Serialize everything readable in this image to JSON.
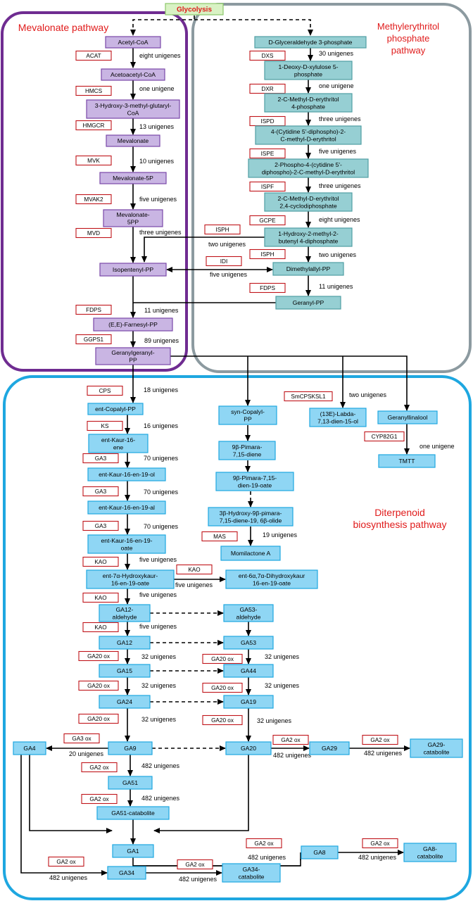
{
  "regions": [
    {
      "id": "mva",
      "label": [
        "Mevalonate pathway"
      ],
      "color": "#6f2c91"
    },
    {
      "id": "mep",
      "label": [
        "Methylerythritol",
        "phosphate",
        "pathway"
      ],
      "color": "#8c9aa0"
    },
    {
      "id": "diterp",
      "label": [
        "Diterpenoid",
        "biosynthesis pathway"
      ],
      "color": "#1ea7e0"
    }
  ],
  "colors": {
    "label_red": "#e01b1b",
    "purple_fill": "#c9b5e3",
    "purple_stroke": "#7a48a8",
    "teal_fill": "#96cfd3",
    "teal_stroke": "#4f9ea3",
    "blue_fill": "#8fd6f4",
    "blue_stroke": "#1ea7e0",
    "green_fill": "#d9f2c4",
    "green_stroke": "#8cc86a",
    "enzyme_stroke": "#c0141a"
  },
  "start": {
    "name": "Glycolysis"
  },
  "metabolites": [
    {
      "id": "acetyl-coa",
      "style": "purple",
      "lines": [
        "Acetyl-CoA"
      ]
    },
    {
      "id": "acetoacetyl-coa",
      "style": "purple",
      "lines": [
        "Acetoacetyl-CoA"
      ]
    },
    {
      "id": "hmg-coa",
      "style": "purple",
      "lines": [
        "3-Hydroxy-3-methyl-glutaryl-",
        "CoA"
      ]
    },
    {
      "id": "mevalonate",
      "style": "purple",
      "lines": [
        "Mevalonate"
      ]
    },
    {
      "id": "mevalonate-5p",
      "style": "purple",
      "lines": [
        "Mevalonate-5P"
      ]
    },
    {
      "id": "mevalonate-5pp",
      "style": "purple",
      "lines": [
        "Mevalonate-",
        "5PP"
      ]
    },
    {
      "id": "ipp",
      "style": "purple",
      "lines": [
        "Isopentenyl-PP"
      ]
    },
    {
      "id": "fpp",
      "style": "purple",
      "lines": [
        "(E,E)-Farnesyl-PP"
      ]
    },
    {
      "id": "ggpp",
      "style": "purple",
      "lines": [
        "Geranylgeranyl-",
        "PP"
      ]
    },
    {
      "id": "g3p",
      "style": "teal",
      "lines": [
        "D-Glyceraldehyde 3-phosphate"
      ]
    },
    {
      "id": "dxp",
      "style": "teal",
      "lines": [
        "1-Deoxy-D-xylulose 5-",
        "phosphate"
      ]
    },
    {
      "id": "mep",
      "style": "teal",
      "lines": [
        "2-C-Methyl-D-erythritol",
        "4-phosphate"
      ]
    },
    {
      "id": "cdp-me",
      "style": "teal",
      "lines": [
        "4-(Cytidine 5'-diphospho)-2-",
        "C-methyl-D-erythritol"
      ]
    },
    {
      "id": "cdp-mep",
      "style": "teal",
      "lines": [
        "2-Phospho-4-(cytidine 5'-",
        "diphospho)-2-C-methyl-D-erythritol"
      ]
    },
    {
      "id": "mecpp",
      "style": "teal",
      "lines": [
        "2-C-Methyl-D-erythritol",
        "2,4-cyclodiphosphate"
      ]
    },
    {
      "id": "hmbpp",
      "style": "teal",
      "lines": [
        "1-Hydroxy-2-methyl-2-",
        "butenyl 4-diphosphate"
      ]
    },
    {
      "id": "dmapp",
      "style": "teal",
      "lines": [
        "Dimethylallyl-PP"
      ]
    },
    {
      "id": "gpp",
      "style": "teal",
      "lines": [
        "Geranyl-PP"
      ]
    },
    {
      "id": "ent-cpp",
      "style": "blue",
      "lines": [
        "ent-Copalyl-PP"
      ]
    },
    {
      "id": "ent-kaurene",
      "style": "blue",
      "lines": [
        "ent-Kaur-16-",
        "ene"
      ]
    },
    {
      "id": "ent-kaurenol",
      "style": "blue",
      "lines": [
        "ent-Kaur-16-en-19-ol"
      ]
    },
    {
      "id": "ent-kaurenal",
      "style": "blue",
      "lines": [
        "ent-Kaur-16-en-19-al"
      ]
    },
    {
      "id": "ent-kaurenoic",
      "style": "blue",
      "lines": [
        "ent-Kaur-16-en-19-",
        "oate"
      ]
    },
    {
      "id": "ent-7a-hka",
      "style": "blue",
      "lines": [
        "ent-7α-Hydroxykaur-",
        "16-en-19-oate"
      ]
    },
    {
      "id": "ent-67-dhka",
      "style": "blue",
      "lines": [
        "ent-6α,7α-Dihydroxykaur",
        "16-en-19-oate"
      ]
    },
    {
      "id": "ga12-ald",
      "style": "blue",
      "lines": [
        "GA12-",
        "aldehyde"
      ]
    },
    {
      "id": "ga53-ald",
      "style": "blue",
      "lines": [
        "GA53-",
        "aldehyde"
      ]
    },
    {
      "id": "ga12",
      "style": "blue",
      "lines": [
        "GA12"
      ]
    },
    {
      "id": "ga53",
      "style": "blue",
      "lines": [
        "GA53"
      ]
    },
    {
      "id": "ga15",
      "style": "blue",
      "lines": [
        "GA15"
      ]
    },
    {
      "id": "ga44",
      "style": "blue",
      "lines": [
        "GA44"
      ]
    },
    {
      "id": "ga24",
      "style": "blue",
      "lines": [
        "GA24"
      ]
    },
    {
      "id": "ga19",
      "style": "blue",
      "lines": [
        "GA19"
      ]
    },
    {
      "id": "ga9",
      "style": "blue",
      "lines": [
        "GA9"
      ]
    },
    {
      "id": "ga20",
      "style": "blue",
      "lines": [
        "GA20"
      ]
    },
    {
      "id": "ga4",
      "style": "blue",
      "lines": [
        "GA4"
      ]
    },
    {
      "id": "ga29",
      "style": "blue",
      "lines": [
        "GA29"
      ]
    },
    {
      "id": "ga29-cat",
      "style": "blue",
      "lines": [
        "GA29-",
        "catabolite"
      ]
    },
    {
      "id": "ga51",
      "style": "blue",
      "lines": [
        "GA51"
      ]
    },
    {
      "id": "ga51-cat",
      "style": "blue",
      "lines": [
        "GA51-catabolite"
      ]
    },
    {
      "id": "ga1",
      "style": "blue",
      "lines": [
        "GA1"
      ]
    },
    {
      "id": "ga8",
      "style": "blue",
      "lines": [
        "GA8"
      ]
    },
    {
      "id": "ga8-cat",
      "style": "blue",
      "lines": [
        "GA8-",
        "catabolite"
      ]
    },
    {
      "id": "ga34",
      "style": "blue",
      "lines": [
        "GA34"
      ]
    },
    {
      "id": "ga34-cat",
      "style": "blue",
      "lines": [
        "GA34-",
        "catabolite"
      ]
    },
    {
      "id": "syn-cpp",
      "style": "blue",
      "lines": [
        "syn-Copalyl-",
        "PP"
      ]
    },
    {
      "id": "pimaradiene",
      "style": "blue",
      "lines": [
        "9β-Pimara-",
        "7,15-diene"
      ]
    },
    {
      "id": "pimaradienoic",
      "style": "blue",
      "lines": [
        "9β-Pimara-7,15-",
        "dien-19-oate"
      ]
    },
    {
      "id": "hydroxy-pimaradiene",
      "style": "blue",
      "lines": [
        "3β-Hydroxy-9β-pimara-",
        "7,15-diene-19, 6β-olide"
      ]
    },
    {
      "id": "momilactone-a",
      "style": "blue",
      "lines": [
        "Momilactone A"
      ]
    },
    {
      "id": "labdadienol",
      "style": "blue",
      "lines": [
        "(13E)-Labda-",
        "7,13-dien-15-ol"
      ]
    },
    {
      "id": "geranyllinalool",
      "style": "blue",
      "lines": [
        "Geranyllinalool"
      ]
    },
    {
      "id": "tmtt",
      "style": "blue",
      "lines": [
        "TMTT"
      ]
    }
  ],
  "enzymes": [
    {
      "id": "e-acat",
      "name": "ACAT",
      "unigenes": "eight unigenes"
    },
    {
      "id": "e-hmcs",
      "name": "HMCS",
      "unigenes": "one  unigene"
    },
    {
      "id": "e-hmgcr",
      "name": "HMGCR",
      "unigenes": "13 unigenes"
    },
    {
      "id": "e-mvk",
      "name": "MVK",
      "unigenes": "10 unigenes"
    },
    {
      "id": "e-mvak2",
      "name": "MVAK2",
      "unigenes": "five unigenes"
    },
    {
      "id": "e-mvd",
      "name": "MVD",
      "unigenes": "three unigenes"
    },
    {
      "id": "e-fdps-mva",
      "name": "FDPS",
      "unigenes": "11 unigenes"
    },
    {
      "id": "e-ggps1",
      "name": "GGPS1",
      "unigenes": "89 unigenes"
    },
    {
      "id": "e-dxs",
      "name": "DXS",
      "unigenes": "30 unigenes"
    },
    {
      "id": "e-dxr",
      "name": "DXR",
      "unigenes": "one unigene"
    },
    {
      "id": "e-ispd",
      "name": "ISPD",
      "unigenes": "three unigenes"
    },
    {
      "id": "e-ispe",
      "name": "ISPE",
      "unigenes": "five unigenes"
    },
    {
      "id": "e-ispf",
      "name": "ISPF",
      "unigenes": "three unigenes"
    },
    {
      "id": "e-gcpe",
      "name": "GCPE",
      "unigenes": "eight unigenes"
    },
    {
      "id": "e-isph-ipp",
      "name": "ISPH",
      "unigenes": "two unigenes"
    },
    {
      "id": "e-isph-dmapp",
      "name": "ISPH",
      "unigenes": "two unigenes"
    },
    {
      "id": "e-idi",
      "name": "IDI",
      "unigenes": "five unigenes"
    },
    {
      "id": "e-fdps-mep",
      "name": "FDPS",
      "unigenes": "11 unigenes"
    },
    {
      "id": "e-cps",
      "name": "CPS",
      "unigenes": "18 unigenes"
    },
    {
      "id": "e-ks",
      "name": "KS",
      "unigenes": "16 unigenes"
    },
    {
      "id": "e-ga3-1",
      "name": "GA3",
      "unigenes": "70 unigenes"
    },
    {
      "id": "e-ga3-2",
      "name": "GA3",
      "unigenes": "70 unigenes"
    },
    {
      "id": "e-ga3-3",
      "name": "GA3",
      "unigenes": "70 unigenes"
    },
    {
      "id": "e-kao-1",
      "name": "KAO",
      "unigenes": "five unigenes"
    },
    {
      "id": "e-kao-side",
      "name": "KAO",
      "unigenes": "five unigenes"
    },
    {
      "id": "e-kao-2",
      "name": "KAO",
      "unigenes": "five unigenes"
    },
    {
      "id": "e-kao-3",
      "name": "KAO",
      "unigenes": "five unigenes"
    },
    {
      "id": "e-ga20ox-1",
      "name": "GA20 ox",
      "unigenes": "32 unigenes"
    },
    {
      "id": "e-ga20ox-2",
      "name": "GA20 ox",
      "unigenes": "32 unigenes"
    },
    {
      "id": "e-ga20ox-3",
      "name": "GA20 ox",
      "unigenes": "32 unigenes"
    },
    {
      "id": "e-ga20ox-r1",
      "name": "GA20 ox",
      "unigenes": "32 unigenes"
    },
    {
      "id": "e-ga20ox-r2",
      "name": "GA20 ox",
      "unigenes": "32 unigenes"
    },
    {
      "id": "e-ga20ox-r3",
      "name": "GA20 ox",
      "unigenes": "32 unigenes"
    },
    {
      "id": "e-ga3ox",
      "name": "GA3 ox",
      "unigenes": "20 unigenes"
    },
    {
      "id": "e-ga2ox-ga29",
      "name": "GA2 ox",
      "unigenes": "482 unigenes"
    },
    {
      "id": "e-ga2ox-ga29cat",
      "name": "GA2 ox",
      "unigenes": "482 unigenes"
    },
    {
      "id": "e-ga2ox-ga51",
      "name": "GA2 ox",
      "unigenes": "482 unigenes"
    },
    {
      "id": "e-ga2ox-ga51cat",
      "name": "GA2 ox",
      "unigenes": "482 unigenes"
    },
    {
      "id": "e-ga2ox-ga8",
      "name": "GA2 ox",
      "unigenes": "482 unigenes"
    },
    {
      "id": "e-ga2ox-ga8cat",
      "name": "GA2 ox",
      "unigenes": "482 unigenes"
    },
    {
      "id": "e-ga2ox-ga34",
      "name": "GA2 ox",
      "unigenes": "482 unigenes"
    },
    {
      "id": "e-ga2ox-ga34cat",
      "name": "GA2 ox",
      "unigenes": "482 unigenes"
    },
    {
      "id": "e-mas",
      "name": "MAS",
      "unigenes": "19 unigenes"
    },
    {
      "id": "e-smcpsksl1",
      "name": "SmCPSKSL1",
      "unigenes": "two unigenes"
    },
    {
      "id": "e-cyp82g1",
      "name": "CYP82G1",
      "unigenes": "one unigene"
    }
  ]
}
